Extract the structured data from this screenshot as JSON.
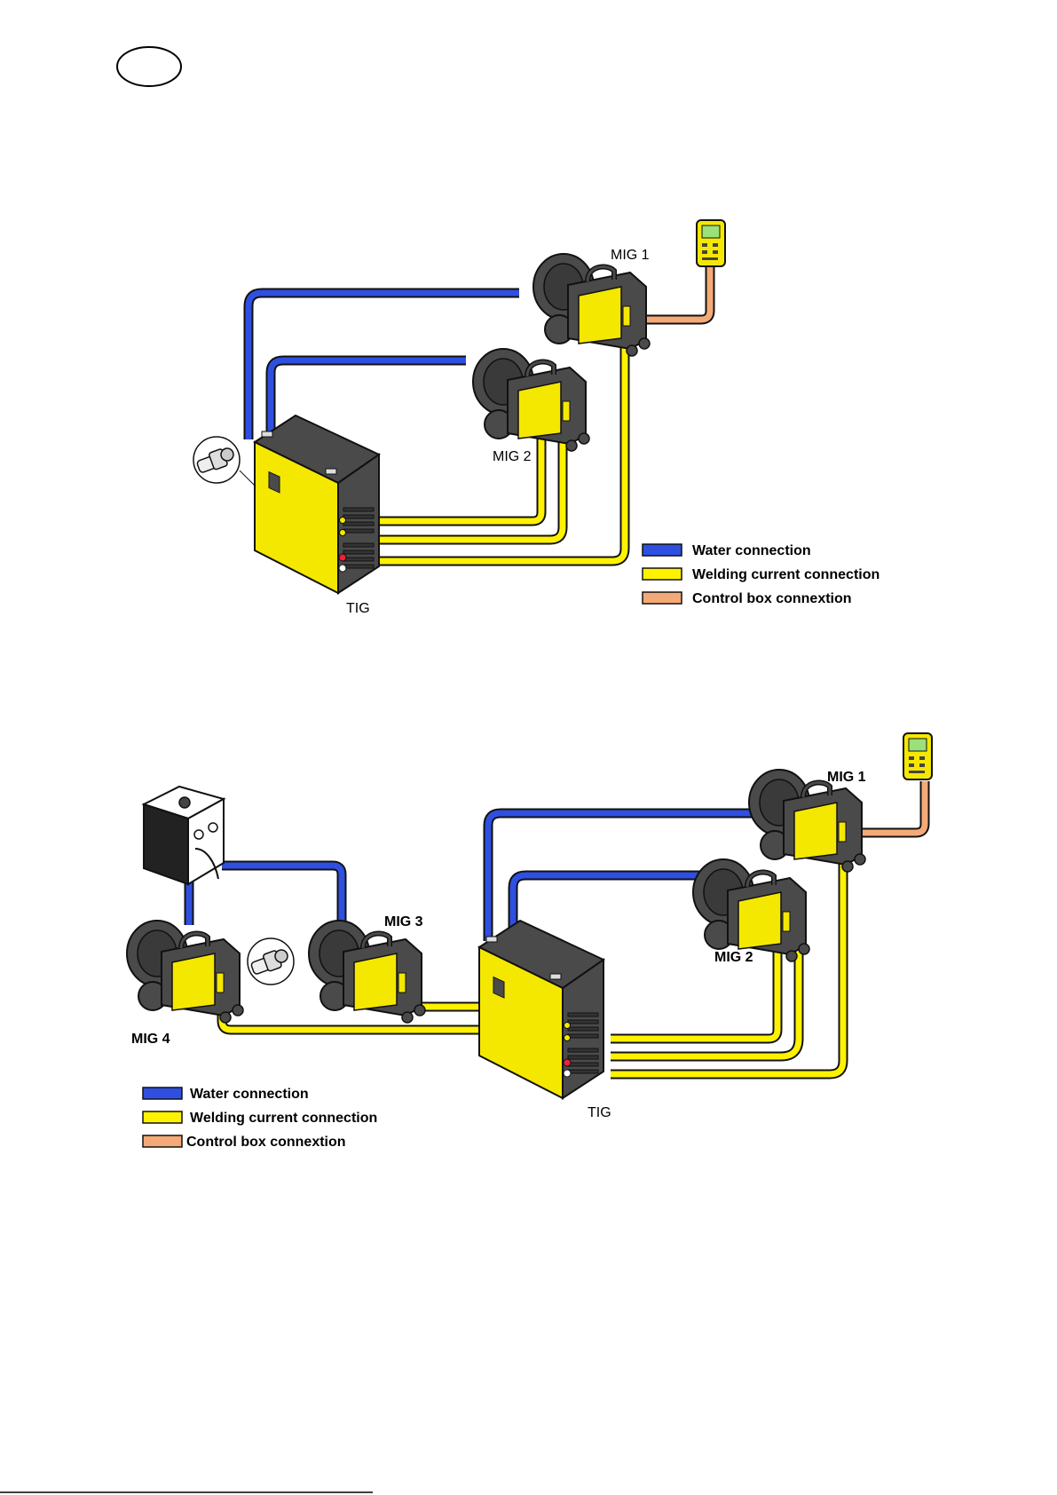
{
  "colors": {
    "water": "#2f4fe0",
    "welding": "#fff200",
    "control": "#f4aa78",
    "machine_yellow": "#f5e800",
    "machine_dark": "#4a4a4a",
    "outline": "#111111"
  },
  "language_badge": "",
  "diagram_1": {
    "units": {
      "tig": "TIG",
      "mig1": "MIG 1",
      "mig2": "MIG 2"
    },
    "legend": [
      {
        "key": "water",
        "label": "Water connection"
      },
      {
        "key": "welding",
        "label": "Welding current connection"
      },
      {
        "key": "control",
        "label": "Control box connextion"
      }
    ]
  },
  "diagram_2": {
    "units": {
      "tig": "TIG",
      "mig1": "MIG 1",
      "mig2": "MIG 2",
      "mig3": "MIG 3",
      "mig4": "MIG 4"
    },
    "legend": [
      {
        "key": "water",
        "label": "Water connection"
      },
      {
        "key": "welding",
        "label": "Welding current connection"
      },
      {
        "key": "control",
        "label": "Control box connextion"
      }
    ]
  }
}
